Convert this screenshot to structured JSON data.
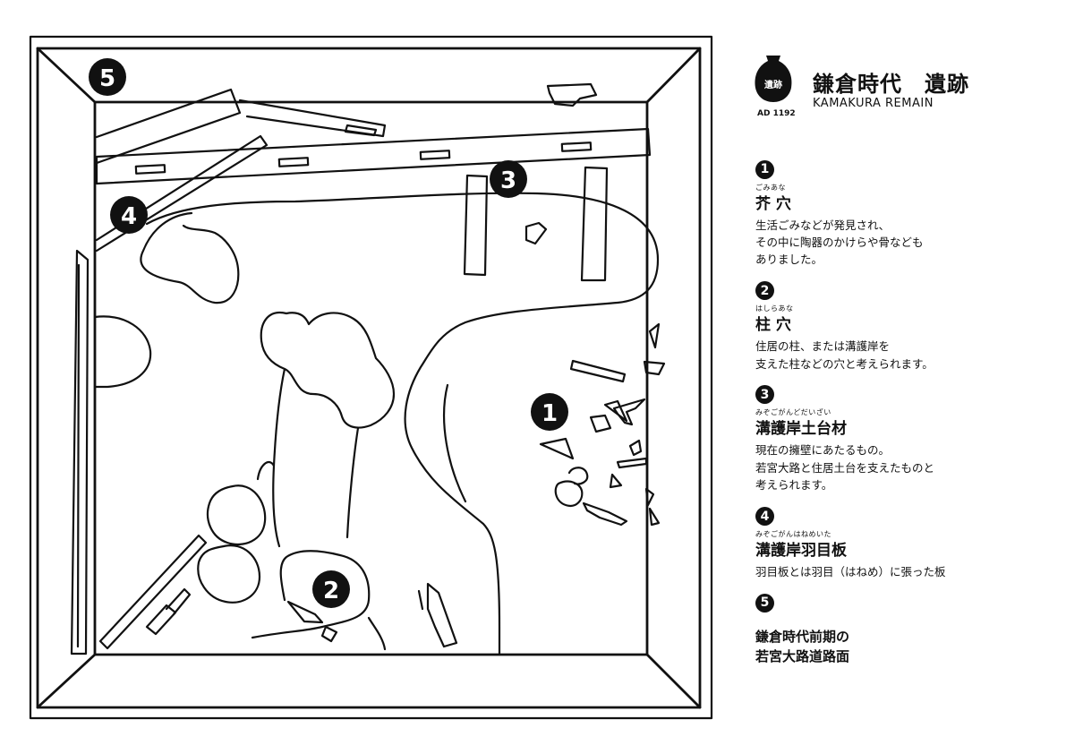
{
  "header": {
    "badge_label": "遺跡",
    "year": "AD 1192",
    "title": "鎌倉時代　遺跡",
    "subtitle": "KAMAKURA REMAIN"
  },
  "markers": [
    "1",
    "2",
    "3",
    "4",
    "5"
  ],
  "legend": [
    {
      "num": "1",
      "ruby": "ごみあな",
      "name": "芥 穴",
      "desc": "生活ごみなどが発見され、\nその中に陶器のかけらや骨なども\nありました。"
    },
    {
      "num": "2",
      "ruby": "はしらあな",
      "name": "柱 穴",
      "desc": "住居の柱、または溝護岸を\n支えた柱などの穴と考えられます。"
    },
    {
      "num": "3",
      "ruby": "みぞごがんどだいざい",
      "name": "溝護岸土台材",
      "desc": "現在の擁壁にあたるもの。\n若宮大路と住居土台を支えたものと\n考えられます。"
    },
    {
      "num": "4",
      "ruby": "みぞごがんはねめいた",
      "name": "溝護岸羽目板",
      "desc": "羽目板とは羽目（はねめ）に張った板"
    },
    {
      "num": "5",
      "desc": "鎌倉時代前期の\n若宮大路道路面"
    }
  ]
}
